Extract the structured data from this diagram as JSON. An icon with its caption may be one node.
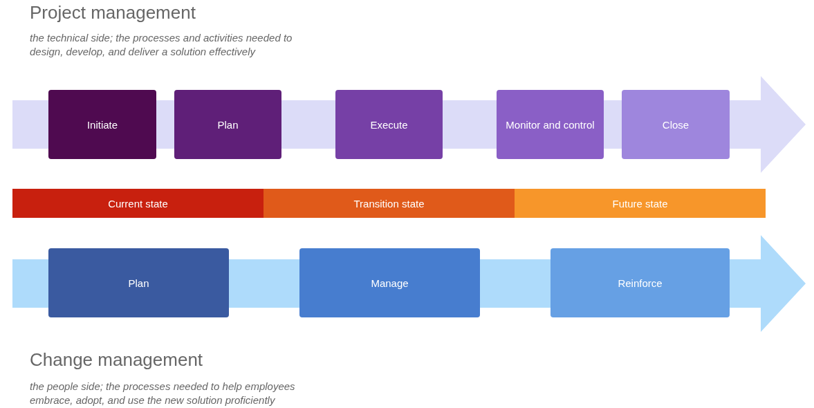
{
  "diagram": {
    "nodes": [
      {
        "text": [
          "Initiate"
        ]
      },
      {
        "text": [
          "Plan"
        ]
      },
      {
        "text": [
          "Execute"
        ]
      },
      {
        "text": [
          "Monitor and control"
        ]
      },
      {
        "text": [
          "Close"
        ]
      },
      {
        "text": [
          "Current state"
        ]
      },
      {
        "text": [
          "Transition state"
        ]
      },
      {
        "text": [
          "Future state"
        ]
      },
      {
        "text": [
          "Plan"
        ]
      },
      {
        "text": [
          "Manage"
        ]
      },
      {
        "text": [
          "Reinforce"
        ]
      }
    ],
    "labels": [
      "Project management",
      "the technical side; the processes and activities needed to design, develop, and deliver a solution effectively",
      "Change management",
      "the people side; the processes needed to help employees embrace, adopt, and use the new solution proficiently"
    ]
  }
}
